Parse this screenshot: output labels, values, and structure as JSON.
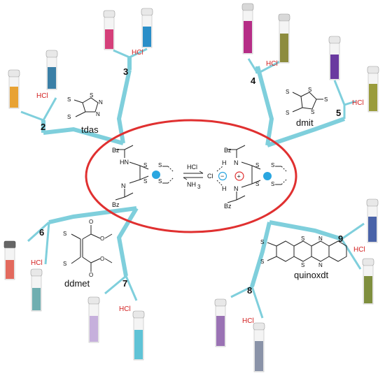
{
  "center": {
    "reagent_top": "HCl",
    "reagent_bottom": "NH",
    "reagent_bottom_sub": "3",
    "left_bz_top": "Bz",
    "left_bz_bottom": "Bz",
    "left_hn": "HN",
    "left_n": "N",
    "right_bz_top": "Bz",
    "right_bz_bottom": "Bz",
    "right_n_top": "N",
    "right_n_bottom": "N",
    "right_h_top": "H",
    "right_h_bottom": "H",
    "chloride": "Cl",
    "minus": "−",
    "plus": "+",
    "s": "S"
  },
  "branches": [
    {
      "number": "2",
      "ligand": "tdas",
      "acid": "HCl"
    },
    {
      "number": "3",
      "ligand": "",
      "acid": "HCl"
    },
    {
      "number": "4",
      "ligand": "dmit",
      "acid": "HCl"
    },
    {
      "number": "5",
      "ligand": "",
      "acid": "HCl"
    },
    {
      "number": "6",
      "ligand": "ddmet",
      "acid": "HCl"
    },
    {
      "number": "7",
      "ligand": "",
      "acid": "HCl"
    },
    {
      "number": "8",
      "ligand": "quinoxdt",
      "acid": "HCl"
    },
    {
      "number": "9",
      "ligand": "",
      "acid": "HCl"
    }
  ],
  "ligand_atoms": {
    "thiolate": "S",
    "minus": "−",
    "n": "N",
    "o": "O"
  },
  "colors": {
    "ellipse": "#e03030",
    "branch": "#7fcfdc",
    "acid_label": "#d22020",
    "sphere": "#2aa6e0",
    "cuvettes": {
      "c2a": "#e8a233",
      "c2b": "#3a7fa6",
      "c3a": "#d5407a",
      "c3b": "#2a8ec8",
      "c4a": "#b52d86",
      "c4b": "#8d8c3e",
      "c5a": "#6a3aa0",
      "c5b": "#9a9c3c",
      "c6a": "#e36a5e",
      "c6b": "#6faeb0",
      "c7a": "#c6b0dc",
      "c7b": "#5fc3d6",
      "c8a": "#9a72b4",
      "c8b": "#8a93a8",
      "c9a": "#4a63a8",
      "c9b": "#7f8f3e"
    }
  }
}
